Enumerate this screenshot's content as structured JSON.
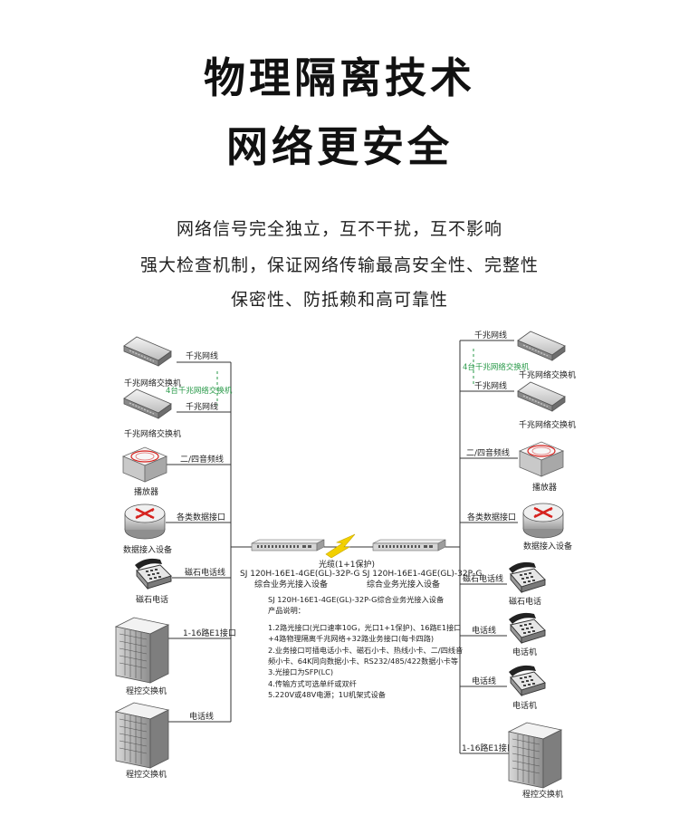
{
  "heading": {
    "line1": "物理隔离技术",
    "line2": "网络更安全"
  },
  "subtitles": [
    "网络信号完全独立，互不干扰，互不影响",
    "强大检查机制，保证网络传输最高安全性、完整性",
    "保密性、防抵赖和高可靠性"
  ],
  "diagram": {
    "left": {
      "switch1_name": "千兆网络交换机",
      "switch1_line": "千兆网线",
      "switch_group": "4台千兆网络交换机",
      "switch2_name": "千兆网络交换机",
      "switch2_line": "千兆网线",
      "broadcaster_line": "二/四音频线",
      "broadcaster_name": "播放器",
      "data_line": "各类数据接口",
      "data_device": "数据接入设备",
      "magneto_line": "磁石电话线",
      "magneto_name": "磁石电话",
      "e1_line": "1-16路E1接口",
      "pbx1_name": "程控交换机",
      "phone_line": "电话线",
      "pbx2_name": "程控交换机"
    },
    "right": {
      "switch1_line": "千兆网线",
      "switch_group": "4台千兆网络交换机",
      "switch1_name": "千兆网络交换机",
      "switch2_line": "千兆网线",
      "switch2_name": "千兆网络交换机",
      "broadcaster_line": "二/四音频线",
      "broadcaster_name": "播放器",
      "data_line": "各类数据接口",
      "data_device": "数据接入设备",
      "magneto_line": "磁石电话线",
      "magneto_name": "磁石电话",
      "phone1_line": "电话线",
      "phone1_name": "电话机",
      "phone2_line": "电话线",
      "phone2_name": "电话机",
      "e1_line": "1-16路E1接口",
      "pbx_name": "程控交换机"
    },
    "center": {
      "fiber_label": "光缆(1+1保护)",
      "device_left_model": "SJ 120H-16E1-4GE(GL)-32P-G",
      "device_left_desc": "综合业务光接入设备",
      "device_right_model": "SJ 120H-16E1-4GE(GL)-32P-G",
      "device_right_desc": "综合业务光接入设备"
    },
    "info": {
      "model_line": "SJ 120H-16E1-4GE(GL)-32P-G综合业务光接入设备",
      "heading": "产品说明：",
      "items": [
        "1.2路光接口(光口速率10G，光口1+1保护)、16路E1接口+4路物理隔离千兆网络+32路业务接口(每卡四路)",
        "2.业务接口可插电话小卡、磁石小卡、热线小卡、二/四线音频小卡、64K同向数据小卡、RS232/485/422数据小卡等",
        "3.光接口为SFP(LC)",
        "4.传输方式可选单纤或双纤",
        "5.220V或48V电源；1U机架式设备"
      ]
    },
    "colors": {
      "line": "#333333",
      "green_text": "#2a9a4a",
      "lightning": "#f2d000",
      "router_red": "#d6231f"
    }
  }
}
